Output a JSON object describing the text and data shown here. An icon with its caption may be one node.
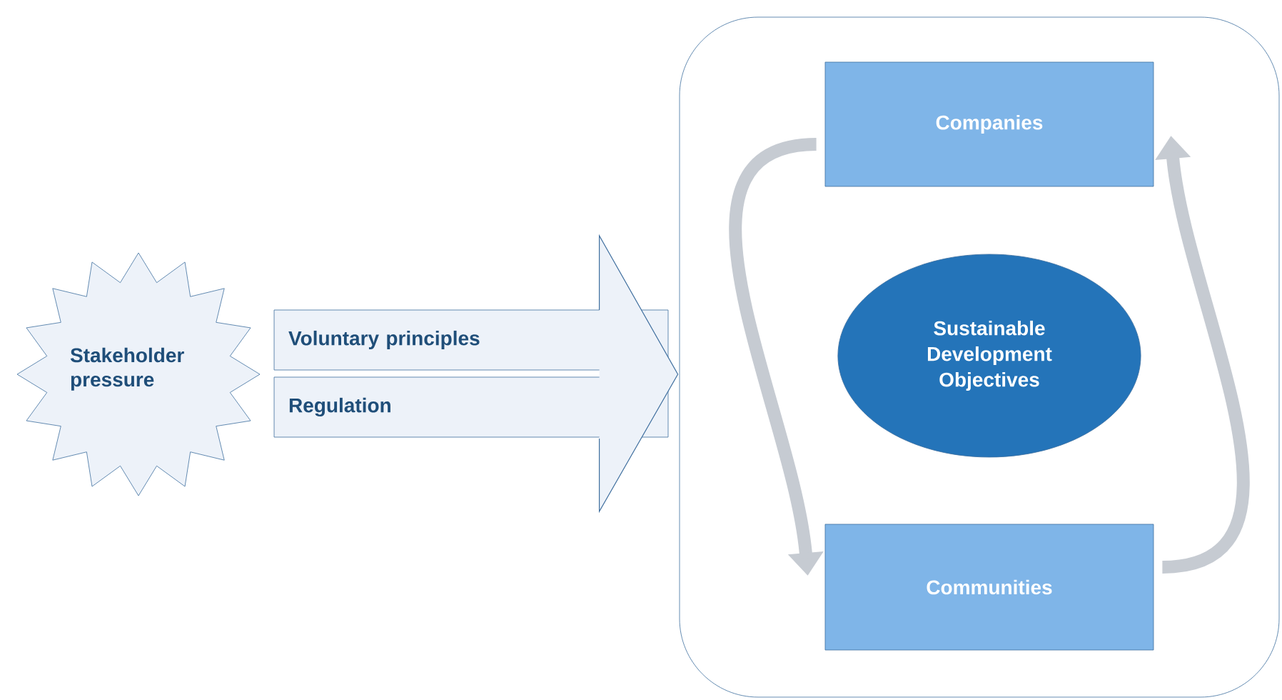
{
  "diagram": {
    "nodes": [
      {
        "text": [
          "Stakeholder pressure"
        ]
      },
      {
        "text": [
          "Voluntary principles"
        ]
      },
      {
        "text": [
          "Regulation"
        ]
      },
      {
        "text": [],
        "shape": "box"
      },
      {
        "text": [
          "Companies"
        ],
        "in": 3
      },
      {
        "text": [
          "Sustainable Development Objectives"
        ],
        "in": 3
      },
      {
        "text": [
          "Communities"
        ],
        "in": 3
      }
    ],
    "edges": [
      {
        "from": 1,
        "to": 3,
        "arrow": "to",
        "color": "#3e6e9e"
      },
      {
        "from": 4,
        "to": 6,
        "arrow": "to"
      },
      {
        "from": 6,
        "to": 4,
        "arrow": "to"
      }
    ]
  }
}
